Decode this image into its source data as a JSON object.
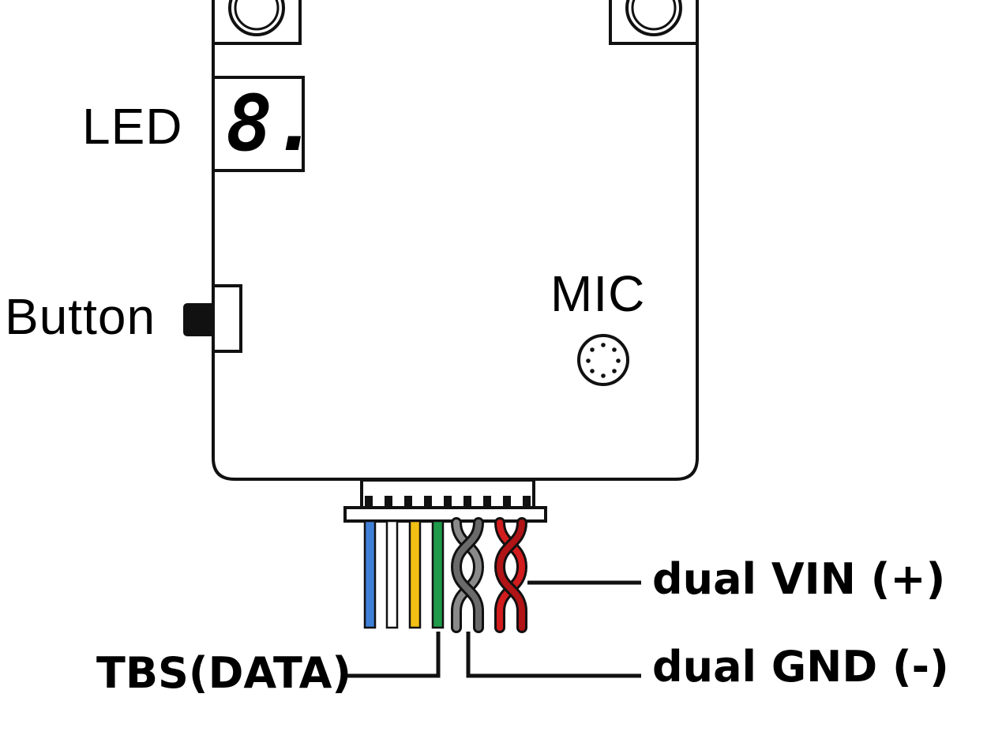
{
  "labels": {
    "led": "LED",
    "button": "Button",
    "mic": "MIC",
    "tbs": "TBS(DATA)",
    "vin": "dual VIN (+)",
    "gnd": "dual GND (-)"
  },
  "led_display": {
    "value": "8."
  },
  "colors": {
    "outline": "#111111",
    "wire_blue": "#3f7fd6",
    "wire_white": "#ffffff",
    "wire_yellow": "#f2c014",
    "wire_green": "#1f9a4a",
    "wire_gray": "#7a7a7a",
    "wire_red": "#c8181a"
  }
}
